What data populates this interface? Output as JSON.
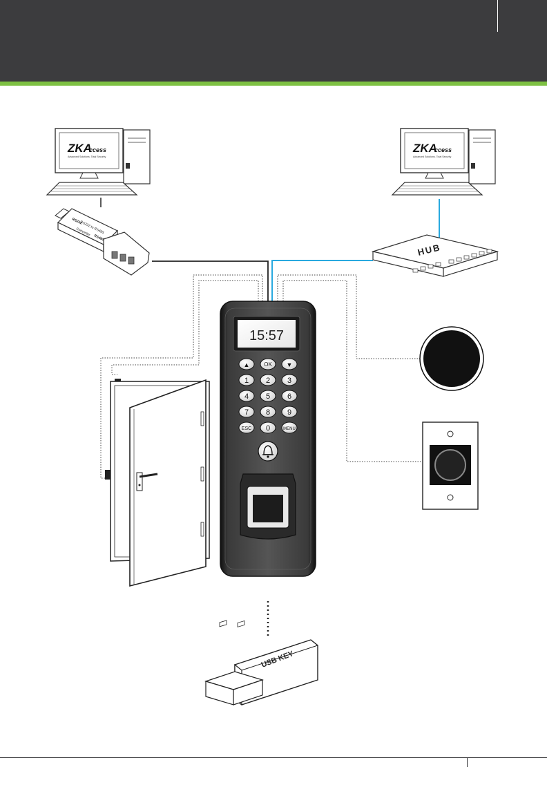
{
  "colors": {
    "header": "#3c3c3e",
    "accent": "#7ec143",
    "network_cable": "#29a9df",
    "serial_cable": "#222222"
  },
  "computers": [
    {
      "logo_main": "ZKA",
      "logo_sub": "ccess",
      "tagline": "Advanced Solutions. Total Security"
    },
    {
      "logo_main": "ZKA",
      "logo_sub": "ccess",
      "tagline": "Advanced Solutions. Total Security"
    }
  ],
  "converter": {
    "line1": "RS232",
    "line2": "RS232 to RS485",
    "line3": "Converter",
    "line4": "RS485"
  },
  "hub": {
    "label": "HUB"
  },
  "terminal": {
    "clock": "15:57",
    "keys": {
      "up": "▲",
      "ok": "OK",
      "down": "▼",
      "k1": "1",
      "k2": "2",
      "k3": "3",
      "k4": "4",
      "k5": "5",
      "k6": "6",
      "k7": "7",
      "k8": "8",
      "k9": "9",
      "esc": "ESC",
      "k0": "0",
      "menu": "MENU"
    }
  },
  "usb": {
    "label": "USB KEY"
  }
}
